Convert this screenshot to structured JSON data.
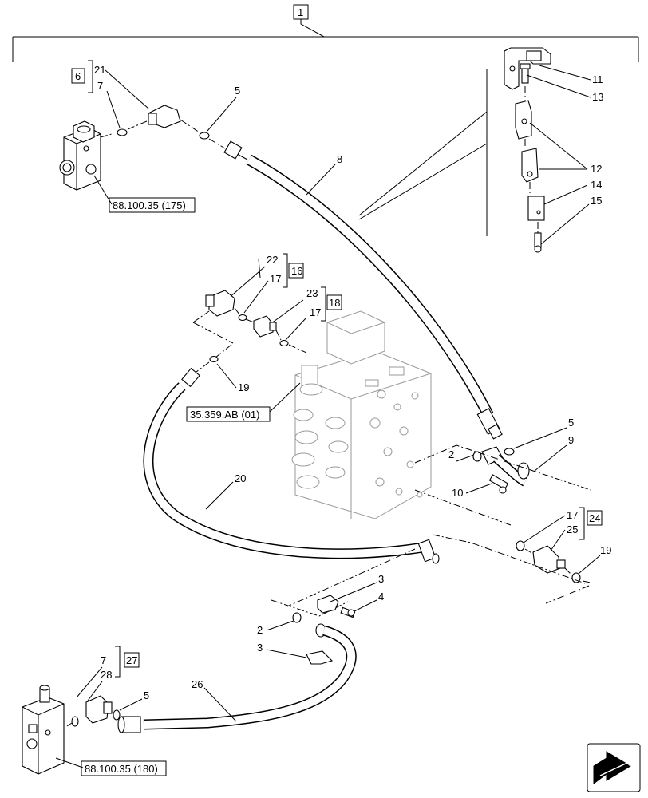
{
  "assembly_label": "1",
  "kit_labels": {
    "k6": "6",
    "k16": "16",
    "k18": "18",
    "k24": "24",
    "k27": "27"
  },
  "callouts": {
    "c21": "21",
    "c7a": "7",
    "c5a": "5",
    "c8": "8",
    "c11": "11",
    "c13": "13",
    "c12": "12",
    "c14": "14",
    "c15": "15",
    "c22": "22",
    "c17a": "17",
    "c23": "23",
    "c17b": "17",
    "c19a": "19",
    "c5b": "5",
    "c9": "9",
    "c2a": "2",
    "c10": "10",
    "c20": "20",
    "c17c": "17",
    "c25": "25",
    "c19b": "19",
    "c3a": "3",
    "c4": "4",
    "c2b": "2",
    "c3b": "3",
    "c7b": "7",
    "c28": "28",
    "c5c": "5",
    "c26": "26"
  },
  "references": {
    "ref_175": "88.100.35 (175)",
    "ref_valve": "35.359.AB (01)",
    "ref_180": "88.100.35 (180)"
  },
  "nav_icon": "next-page-arrow-icon"
}
